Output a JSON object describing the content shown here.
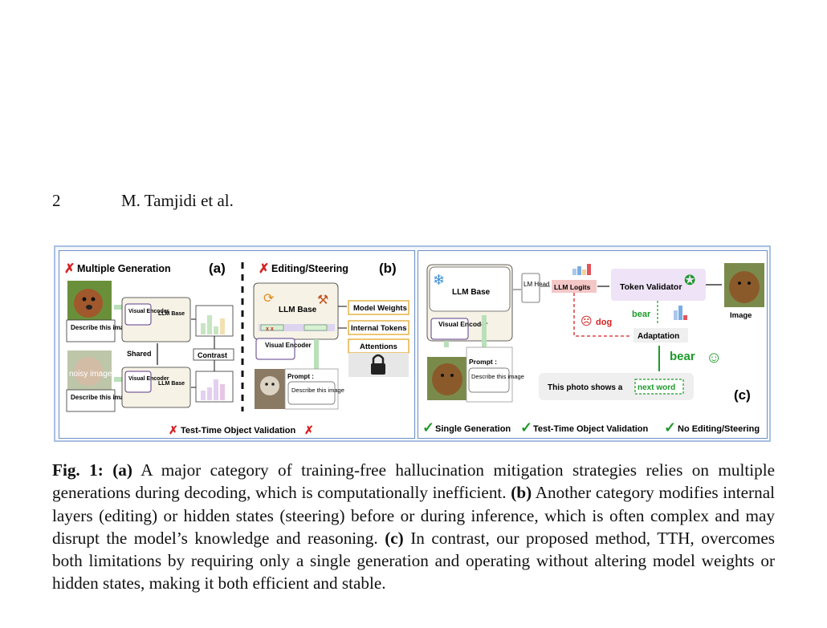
{
  "header": {
    "page_number": "2",
    "authors": "M. Tamjidi et al."
  },
  "panel_a": {
    "title": "Multiple Generation",
    "tag": "(a)",
    "visual_encoder": "Visual Encoder",
    "llm_base": "LLM Base",
    "describe": "Describe this image",
    "noisy": "noisy image",
    "shared": "Shared",
    "contrast": "Contrast",
    "footer": "Test-Time Object Validation"
  },
  "panel_b": {
    "title": "Editing/Steering",
    "tag": "(b)",
    "llm_base": "LLM Base",
    "visual_encoder": "Visual Encoder",
    "prompt": "Prompt :",
    "describe": "Describe this image",
    "model_weights": "Model Weights",
    "internal_tokens": "Internal Tokens",
    "attentions": "Attentions"
  },
  "panel_c": {
    "tag": "(c)",
    "llm_base": "LLM Base",
    "visual_encoder": "Visual Encoder",
    "lm_head": "LM Head",
    "llm_logits": "LLM Logits",
    "token_validator": "Token Validator",
    "image": "Image",
    "bear_small": "bear",
    "dog": "dog",
    "adaptation": "Adaptation",
    "bear_big": "bear",
    "prompt": "Prompt :",
    "describe": "Describe this image",
    "sentence": "This photo shows a",
    "next_word": "next word",
    "footer_items": [
      "Single Generation",
      "Test-Time Object Validation",
      "No Editing/Steering"
    ]
  },
  "caption": {
    "label": "Fig. 1:",
    "a_tag": "(a)",
    "a_text": " A major category of training-free hallucination mitigation strategies relies on multiple generations during decoding, which is computationally inefficient. ",
    "b_tag": "(b)",
    "b_text": " Another category modifies internal layers (editing) or hidden states (steering) before or during inference, which is often complex and may disrupt the model’s knowledge and reasoning. ",
    "c_tag": "(c)",
    "c_text": " In contrast, our proposed method, TTH, overcomes both limitations by requiring only a single generation and operating without altering model weights or hidden states, making it both efficient and stable."
  },
  "colors": {
    "red": "#d62020",
    "green": "#1d9a2a",
    "frame": "#a9c0e3",
    "panel_border": "#6f8fc6",
    "logits_bg": "#f4c7c7",
    "validator_bg": "#efe3f7"
  }
}
